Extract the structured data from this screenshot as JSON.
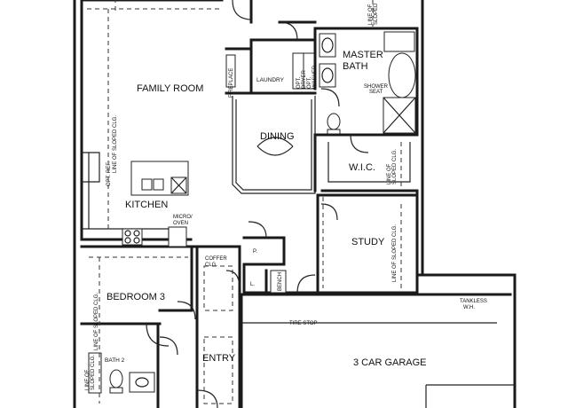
{
  "plan": {
    "rooms": {
      "family_room": "FAMILY ROOM",
      "laundry": "LAUNDRY",
      "master_bath": "MASTER\nBATH",
      "dining": "DINING",
      "wic": "W.I.C.",
      "kitchen": "KITCHEN",
      "study": "STUDY",
      "bedroom3": "BEDROOM 3",
      "bath2": "BATH 2",
      "entry": "ENTRY",
      "garage": "3 CAR GARAGE"
    },
    "notes": {
      "sloped_family": "LINE OF SLOPED CLG.",
      "sloped_bed": "LINE OF SLOPED CLG.",
      "sloped_study": "LINE OF SLOPED CLG.",
      "sloped_wic": "LINE OF\nSLOPED CLG.",
      "sloped_bath": "LINE OF\nSLOPED CLG.",
      "sloped_top": "LINE OF\nSLOPED",
      "fireplace": "FIREPLACE",
      "opt_ref": "OPT. REF.",
      "micro_oven": "MICRO/\nOVEN",
      "pantry": "P.",
      "linen": "L.",
      "bench": "BENCH",
      "coffer": "COFFER\nCLG.",
      "shower_seat": "SHOWER\nSEAT",
      "tankless": "TANKLESS\nW.H.",
      "tire_stop": "TIRE STOP",
      "opt_dryer": "OPT.\nDRYER",
      "opt_washer": "OPT.\nWASHER"
    }
  }
}
